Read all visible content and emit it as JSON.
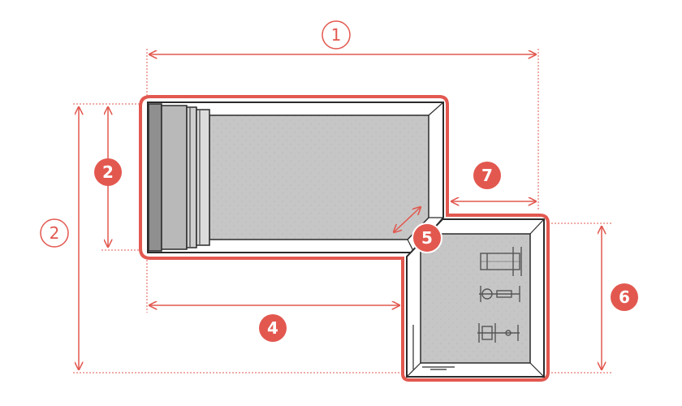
{
  "colors": {
    "accent": "#e2584f",
    "outline": "#2b2b2b",
    "water": "#c6c6c6",
    "coping": "#ffffff",
    "label_text": "#ffffff"
  },
  "labels": {
    "overall_length": "1",
    "main_width_inner": "2",
    "main_width_outer": "2",
    "main_length": "4",
    "diagonal": "5",
    "spa_width": "6",
    "offset": "7"
  },
  "equipment_icons": [
    "treadmill-icon",
    "exercise-bike-icon",
    "bench-press-icon"
  ]
}
